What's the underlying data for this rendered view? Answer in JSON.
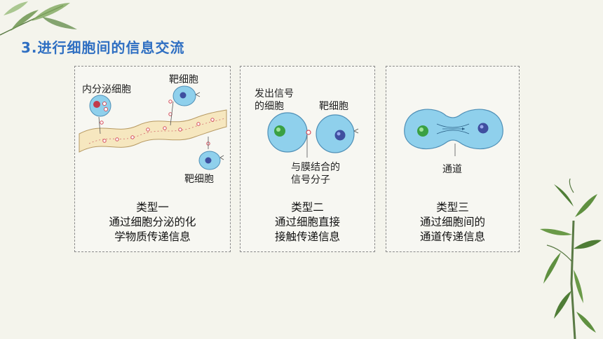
{
  "title": "3.进行细胞间的信息交流",
  "panel1": {
    "secreting_cell": "内分泌细胞",
    "target_top": "靶细胞",
    "target_bottom": "靶细胞",
    "caption": [
      "类型一",
      "通过细胞分泌的化",
      "学物质传递信息"
    ]
  },
  "panel2": {
    "sender_line1": "发出信号",
    "sender_line2": "的细胞",
    "target": "靶细胞",
    "signal_line1": "与膜结合的",
    "signal_line2": "信号分子",
    "caption": [
      "类型二",
      "通过细胞直接",
      "接触传递信息"
    ]
  },
  "panel3": {
    "channel": "通道",
    "caption": [
      "类型三",
      "通过细胞间的",
      "通道传递信息"
    ]
  },
  "colors": {
    "title": "#2f6fc2",
    "cell": "#8fd0ec",
    "vessel": "#f6e7bf"
  }
}
